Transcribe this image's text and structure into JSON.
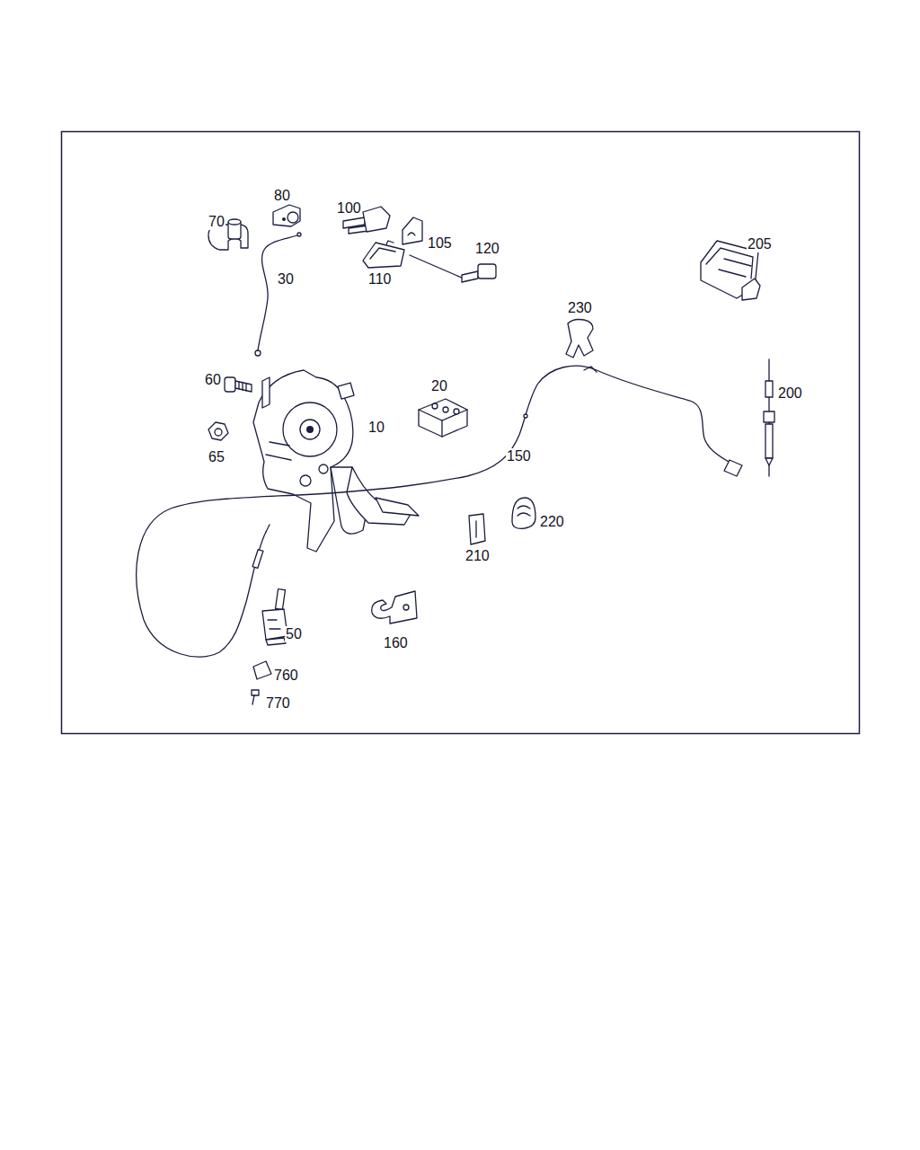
{
  "diagram": {
    "labels": [
      "80",
      "70",
      "100",
      "105",
      "120",
      "205",
      "30",
      "110",
      "230",
      "60",
      "20",
      "200",
      "10",
      "65",
      "150",
      "220",
      "210",
      "50",
      "160",
      "760",
      "770"
    ]
  }
}
